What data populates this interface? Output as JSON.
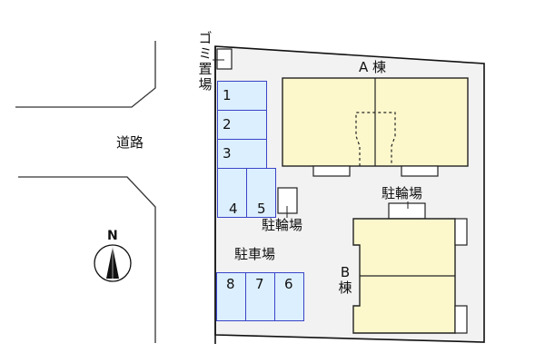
{
  "road": {
    "label": "道路"
  },
  "compass": {
    "label": "N"
  },
  "garbage": {
    "label_chars": [
      "ゴ",
      "ミ",
      "置",
      "場"
    ]
  },
  "building_a": {
    "label": "A 棟"
  },
  "building_b": {
    "label_chars": [
      "B",
      "棟"
    ]
  },
  "bicycle_parking": [
    {
      "label": "駐輪場"
    },
    {
      "label": "駐輪場"
    }
  ],
  "car_parking": {
    "label": "駐車場",
    "slots": [
      {
        "number": "1"
      },
      {
        "number": "2"
      },
      {
        "number": "3"
      },
      {
        "number": "4"
      },
      {
        "number": "5"
      },
      {
        "number": "6"
      },
      {
        "number": "7"
      },
      {
        "number": "8"
      }
    ]
  },
  "colors": {
    "lot_fill": "#f2f2f2",
    "building_fill": "#fdf8cc",
    "slot_fill": "#dcefff",
    "slot_border": "#3a44c8",
    "line": "#222222"
  }
}
